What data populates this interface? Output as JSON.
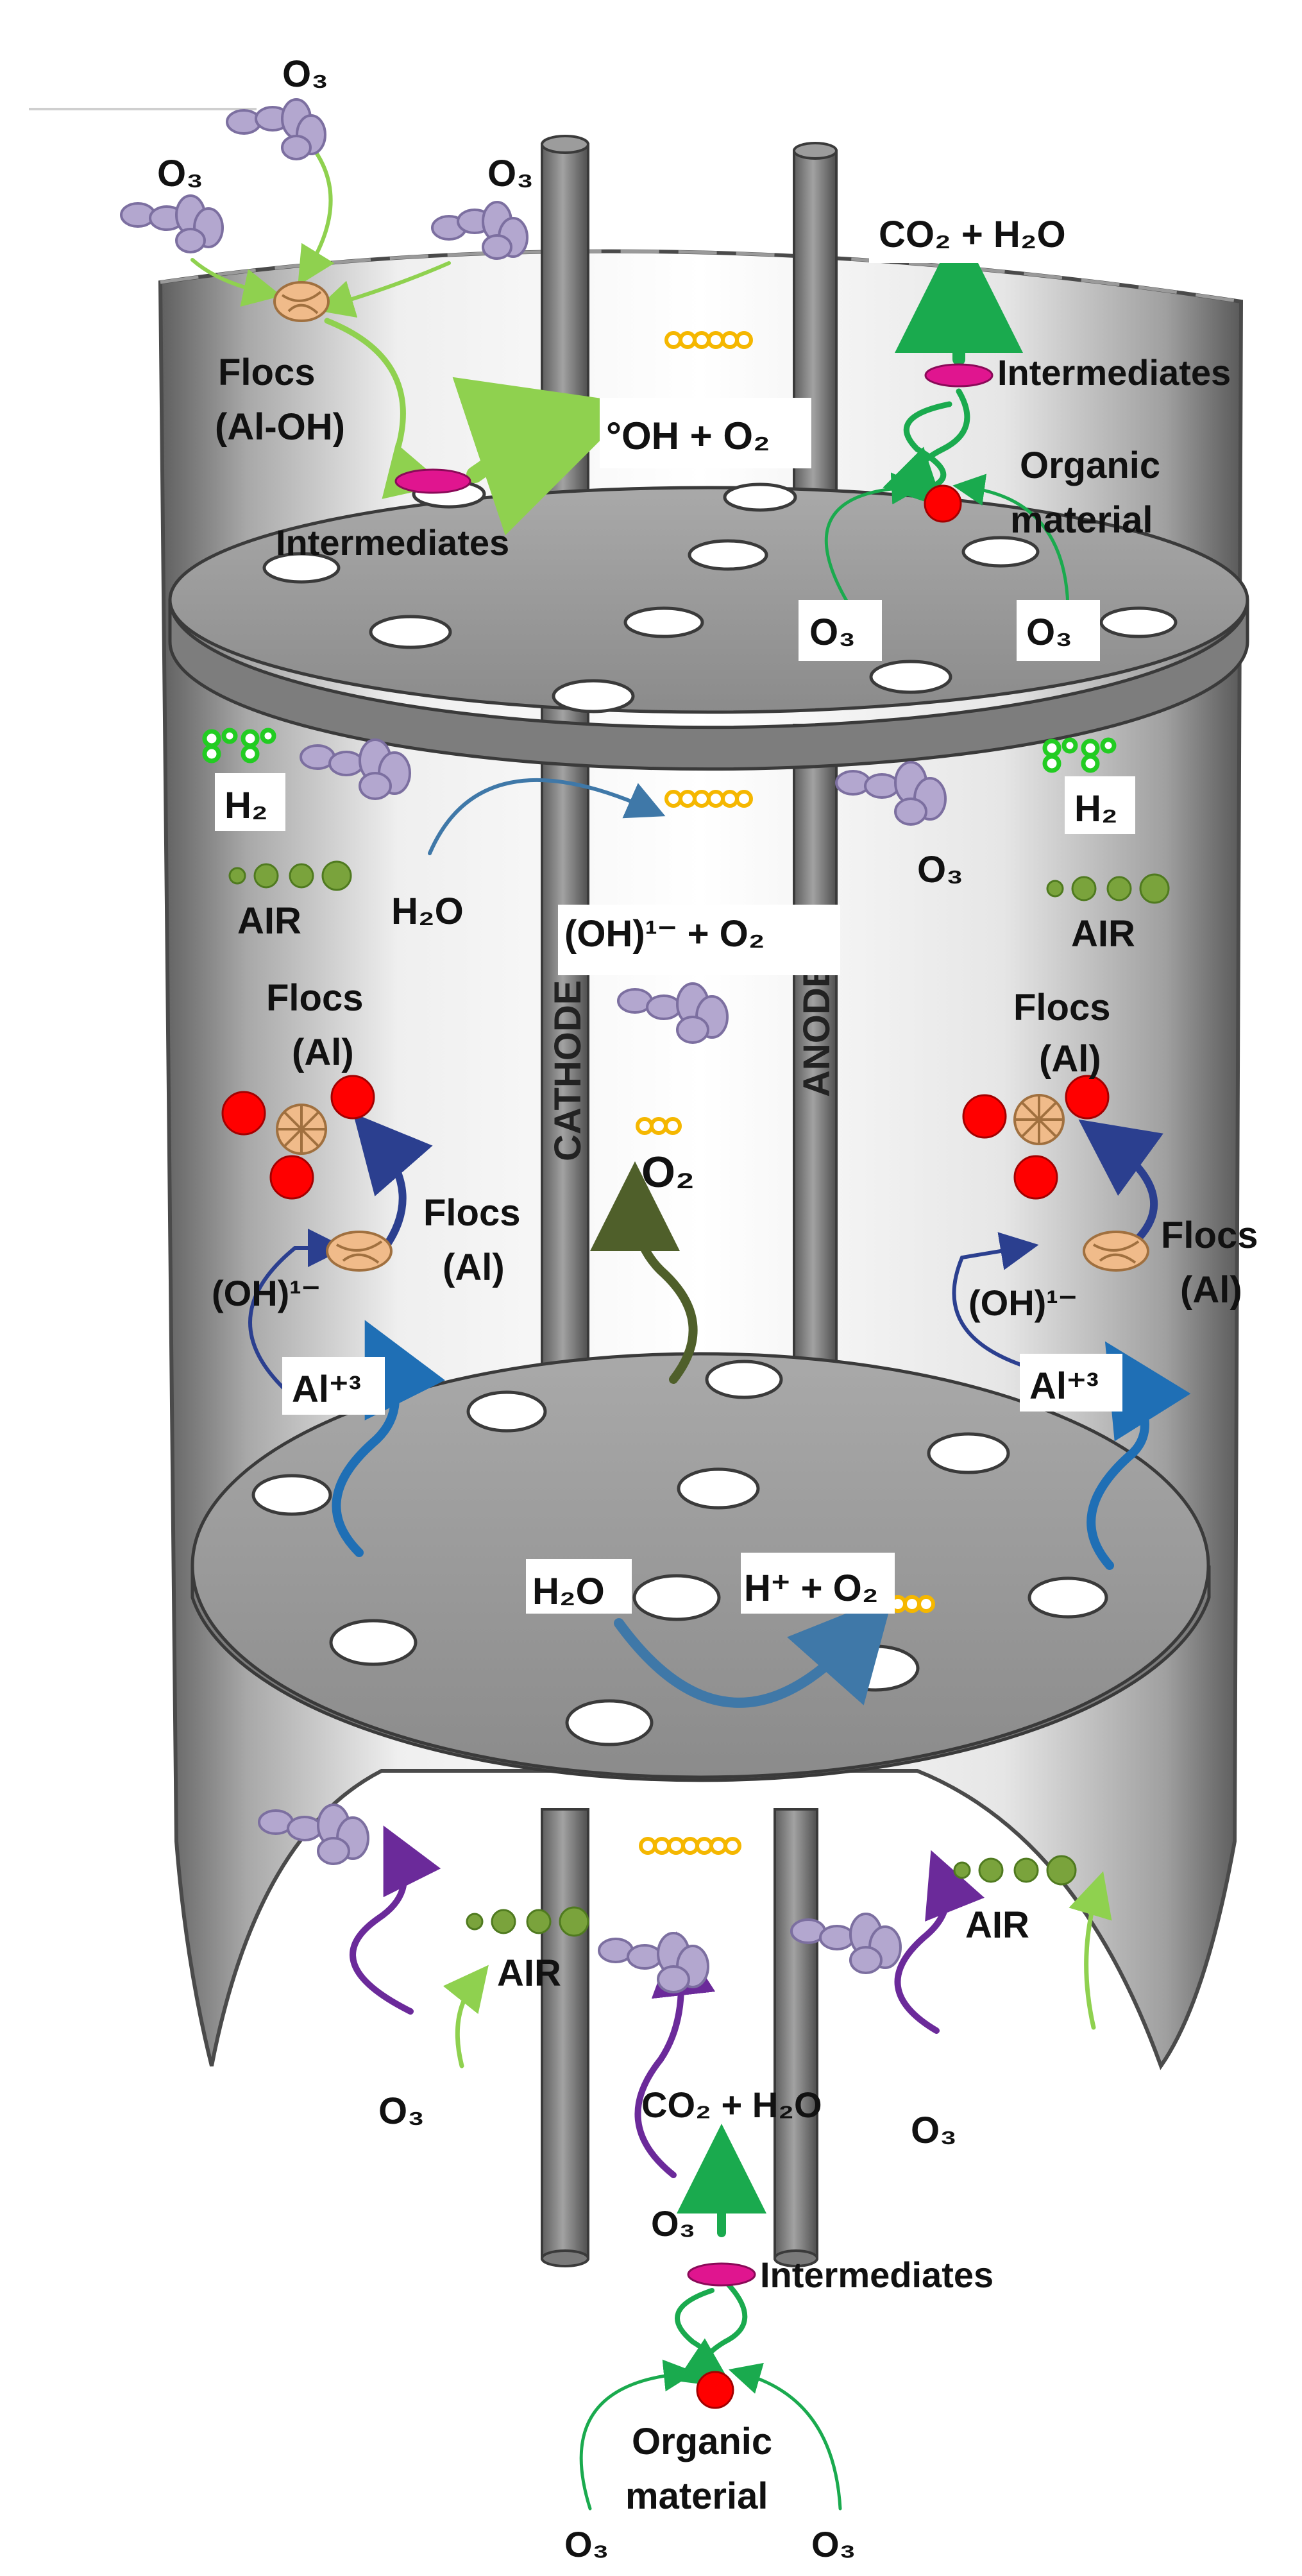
{
  "colors": {
    "wall_light": "#f4f4f4",
    "wall_mid": "#c6c6c6",
    "wall_dark": "#6f6f6f",
    "plate_top": "#9a9a9a",
    "plate_edge": "#7d7d7d",
    "electrode": "#808080",
    "ozone": "#b3a7cf",
    "ozone_edge": "#7c6fa0",
    "floc": "#f0bb8a",
    "floc_edge": "#a0703f",
    "red_particle": "#ff0000",
    "intermediate": "#e0158f",
    "gas_yellow": "#f5b700",
    "h2_green": "#22cc22",
    "air_green": "#7aa33c",
    "arrow_green": "#1aaa4e",
    "arrow_lightgreen": "#8fd14f",
    "arrow_blue": "#1f6fb5",
    "arrow_steel": "#3f78a8",
    "arrow_navy": "#2b3f8f",
    "arrow_purple": "#6b2a9a",
    "arrow_olive": "#4f5f2a"
  },
  "electrodes": {
    "cathode": "CATHODE",
    "anode": "ANODE"
  },
  "labels": {
    "top_o3_a": "O₃",
    "top_o3_b": "O₃",
    "top_o3_c": "O₃",
    "top_flocs_1": "Flocs",
    "top_flocs_2": "(Al-OH)",
    "top_intermediates_left": "Intermediates",
    "top_oh_o2": "°OH + O₂",
    "top_co2_h2o": "CO₂ + H₂O",
    "top_intermediates_right": "Intermediates",
    "top_organic_1": "Organic",
    "top_organic_2": "material",
    "top_o3_plate_left": "O₃",
    "top_o3_plate_right": "O₃",
    "mid_h2_left": "H₂",
    "mid_h2_right": "H₂",
    "mid_o3_right": "O₃",
    "mid_air_left": "AIR",
    "mid_air_right": "AIR",
    "mid_h2o": "H₂O",
    "mid_oh_o2": "(OH)¹⁻ + O₂",
    "mid_flocs_left_1": "Flocs",
    "mid_flocs_left_2": "(Al)",
    "mid_flocs_right_1": "Flocs",
    "mid_flocs_right_2": "(Al)",
    "mid_o2": "O₂",
    "mid_flocs_left_small_1": "Flocs",
    "mid_flocs_left_small_2": "(Al)",
    "mid_flocs_right_small_1": "Flocs",
    "mid_flocs_right_small_2": "(Al)",
    "mid_oh_left": "(OH)¹⁻",
    "mid_oh_right": "(OH)¹⁻",
    "mid_al_left": "Al⁺³",
    "mid_al_right": "Al⁺³",
    "low_h2o": "H₂O",
    "low_hplus_o2": "H⁺ + O₂",
    "bot_air_left": "AIR",
    "bot_air_right": "AIR",
    "bot_o3_left": "O₃",
    "bot_o3_right": "O₃",
    "bot_co2_h2o": "CO₂ + H₂O",
    "bot_o3_center": "O₃",
    "bot_intermediates": "Intermediates",
    "bot_organic_1": "Organic",
    "bot_organic_2": "material",
    "bot_o3_corner_left": "O₃",
    "bot_o3_corner_right": "O₃"
  }
}
